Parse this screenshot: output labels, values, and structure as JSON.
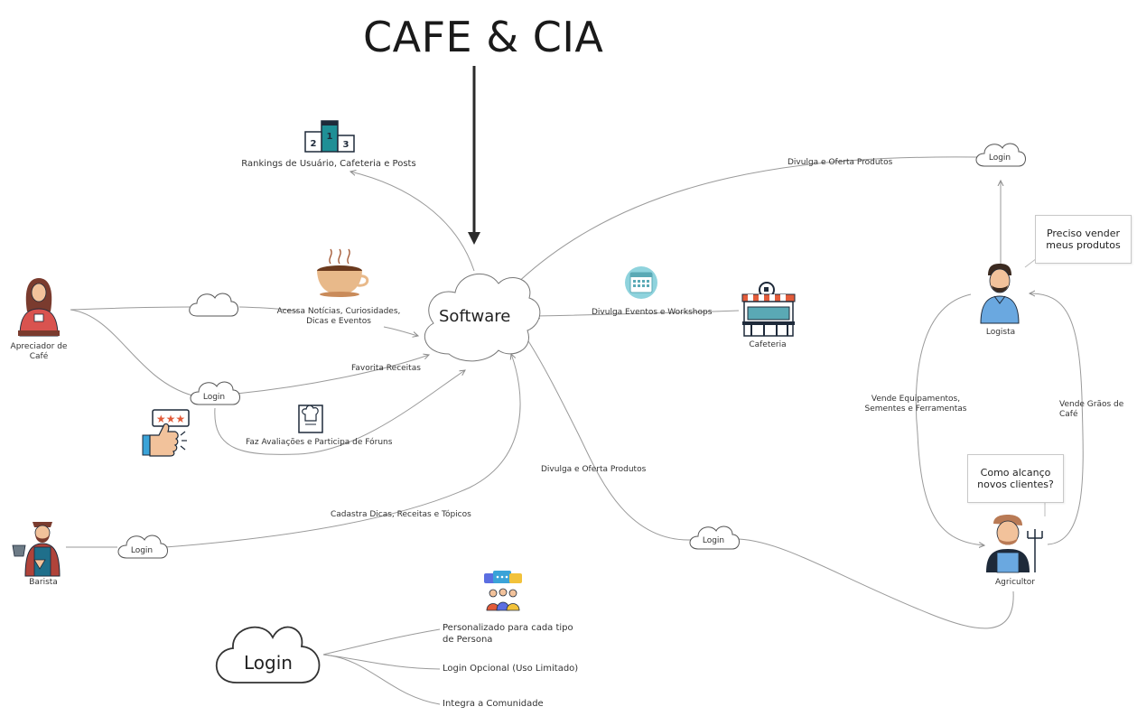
{
  "title": "CAFE & CIA",
  "software_label": "Software",
  "cloud_login_label": "Login",
  "big_login_label": "Login",
  "personas": {
    "apreciador": "Apreciador de Café",
    "barista": "Barista",
    "cafeteria": "Cafeteria",
    "logista": "Logista",
    "agricultor": "Agricultor"
  },
  "edges": {
    "rankings": "Rankings de Usuário, Cafeteria e Posts",
    "acessa": "Acessa Notícias, Curiosidades, Dicas e Eventos",
    "favorita": "Favorita Receitas",
    "avaliacoes": "Faz Avaliações e Participa de Fóruns",
    "cadastra": "Cadastra Dicas, Receitas e Tópicos",
    "divulga_eventos": "Divulga Eventos e Workshops",
    "divulga_oferta_top": "Divulga e Oferta Produtos",
    "divulga_oferta_bottom": "Divulga e Oferta Produtos",
    "vende_equip": "Vende Equipamentos, Sementes e Ferramentas",
    "vende_graos": "Vende Grãos de Café"
  },
  "bubbles": {
    "logista": "Preciso vender meus produtos",
    "agricultor": "Como alcanço novos clientes?"
  },
  "login_features": [
    "Personalizado para cada tipo de Persona",
    "Login Opcional (Uso Limitado)",
    "Integra a Comunidade"
  ],
  "podium_numbers": [
    "2",
    "1",
    "3"
  ],
  "icons": {
    "podium": "podium-icon",
    "coffee": "coffee-cup-icon",
    "calendar": "calendar-icon",
    "cafe_building": "cafe-building-icon",
    "recipe_book": "recipe-book-icon",
    "rating": "rating-thumbs-up-icon",
    "community": "community-chat-icon"
  },
  "colors": {
    "line": "#9a9a9a",
    "teal": "#1f8f96",
    "dark": "#1e2a3a",
    "skin": "#f2c29b",
    "blue_shirt": "#6aa8e0"
  }
}
